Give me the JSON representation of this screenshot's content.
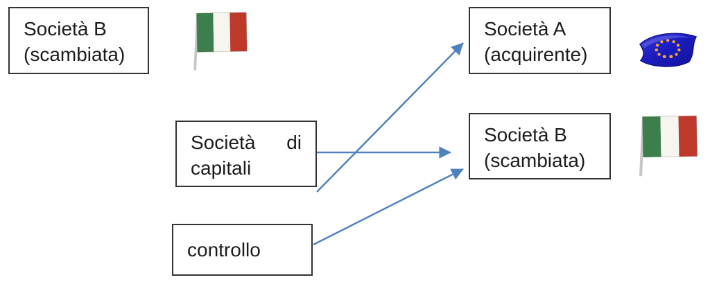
{
  "boxes": {
    "top_left": {
      "line1": "Società B",
      "line2": "(scambiata)"
    },
    "top_right": {
      "line1": "Società A",
      "line2": "(acquirente)"
    },
    "mid_right": {
      "line1": "Società B",
      "line2": "(scambiata)"
    },
    "mid_left": {
      "word1": "Società",
      "word2": "di",
      "line2": "capitali"
    },
    "bottom_left": {
      "line1": "controllo"
    }
  },
  "flags": {
    "top_left_flag": "italy-flag",
    "top_right_flag": "eu-flag",
    "mid_right_flag": "italy-flag"
  },
  "arrows": [
    {
      "from": "Società di capitali",
      "to": "Società A (acquirente)"
    },
    {
      "from": "Società di capitali",
      "to": "Società B (scambiata)"
    },
    {
      "from": "controllo",
      "to": "Società B (scambiata)"
    }
  ],
  "colors": {
    "arrow": "#4f81bd",
    "box_border": "#333333",
    "text": "#1c1c1c",
    "italy_green": "#3d7f4c",
    "italy_white": "#f6f5f0",
    "italy_red": "#bf392b",
    "eu_blue_dark": "#12129a",
    "eu_blue_light": "#3b3bd6",
    "eu_star": "#eda83a",
    "pole_gray": "#c6c6c6"
  }
}
